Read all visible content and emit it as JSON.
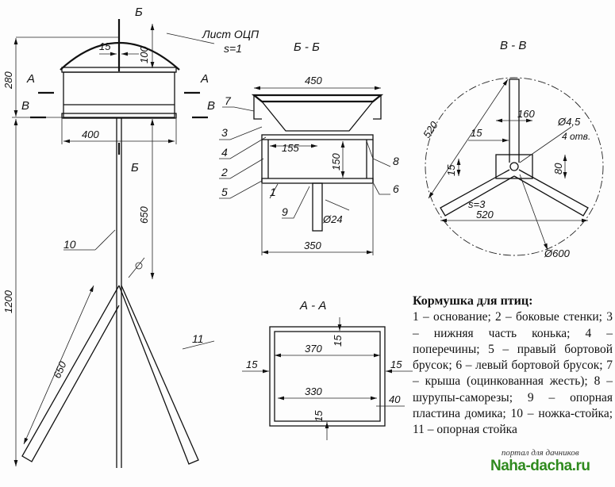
{
  "main_view": {
    "roof_label": "Лист ОЦП",
    "roof_thickness": "s=1",
    "dims": {
      "d15": "15",
      "d100": "100",
      "d280": "280",
      "d400": "400",
      "d650_top": "650",
      "d1200": "1200",
      "d650_leg": "650"
    },
    "section_marks": {
      "a": "А",
      "v": "В",
      "b": "Б"
    },
    "callouts": {
      "c10": "10",
      "c11": "11"
    }
  },
  "section_bb": {
    "title": "Б - Б",
    "dims": {
      "d450": "450",
      "d155": "155",
      "d150": "150",
      "d24": "Ø24",
      "d350": "350"
    },
    "callouts": [
      "7",
      "3",
      "4",
      "2",
      "5",
      "1",
      "9",
      "8",
      "6"
    ]
  },
  "section_vv": {
    "title": "В - В",
    "dims": {
      "d520a": "520",
      "d160": "160",
      "d45": "Ø4,5",
      "holes": "4 отв.",
      "d15a": "15",
      "d15b": "15",
      "d80": "80",
      "s3": "s=3",
      "d520b": "520",
      "d600": "Ø600"
    }
  },
  "section_aa": {
    "title": "А - А",
    "dims": {
      "d370": "370",
      "d15top": "15",
      "d15left": "15",
      "d15right": "15",
      "d330": "330",
      "d40": "40",
      "d15bot": "15"
    }
  },
  "legend": {
    "title": "Кормушка для птиц:",
    "text": "1 – основание; 2 – боковые стенки; 3 – нижняя часть конька; 4 – поперечины; 5 – правый бортовой брусок; 6 – левый бортовой брусок; 7 – крыша (оцинкованная жесть); 8 – шурупы-саморезы; 9 – опорная пластина домика; 10 – ножка-стойка; 11 – опорная стойка"
  },
  "watermark": {
    "small": "портал для дачников",
    "big": "Naha-dacha.ru"
  }
}
